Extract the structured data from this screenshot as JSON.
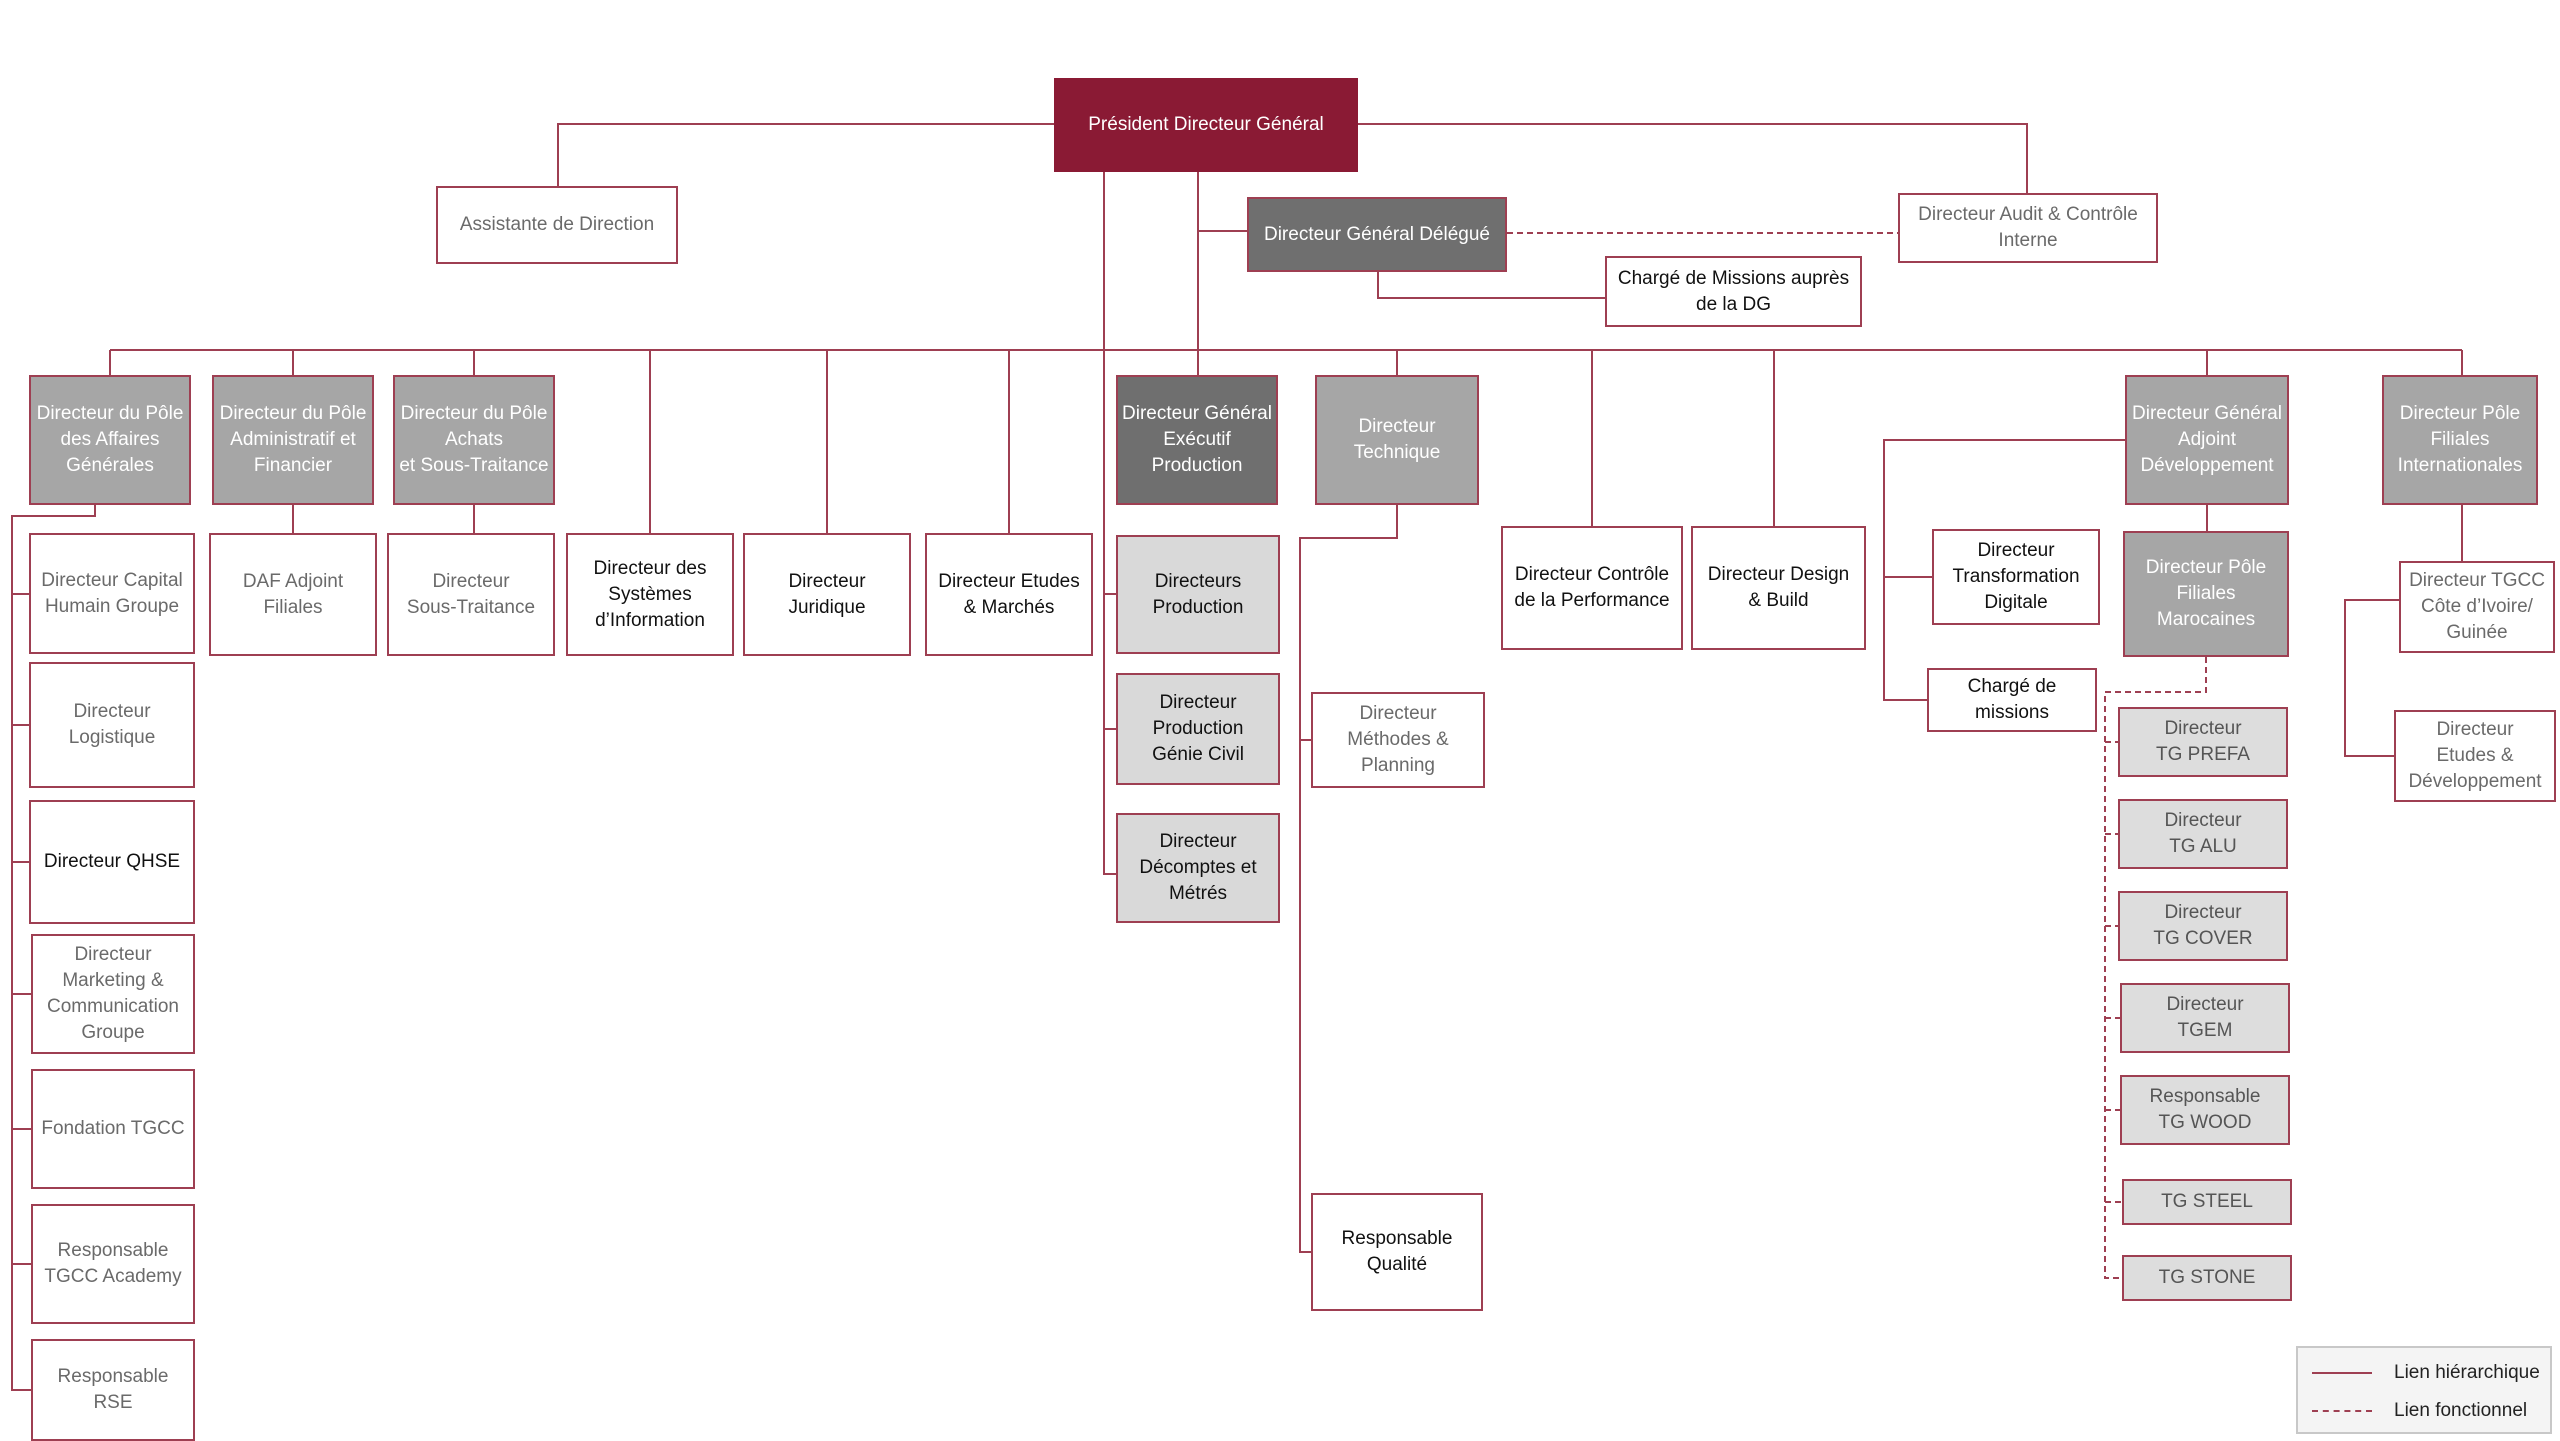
{
  "nodes": {
    "pdg": [
      "Président Directeur Général"
    ],
    "assistante": [
      "Assistante de Direction"
    ],
    "dgd": [
      "Directeur Général Délégué"
    ],
    "audit": [
      "Directeur Audit & Contrôle",
      "Interne"
    ],
    "missions_dg": [
      "Chargé de Missions auprès",
      "de la DG"
    ],
    "pole_affaires": [
      "Directeur du Pôle",
      "des Affaires",
      "Générales"
    ],
    "pole_admin": [
      "Directeur du Pôle",
      "Administratif et",
      "Financier"
    ],
    "pole_achats": [
      "Directeur du Pôle",
      "Achats",
      "et Sous-Traitance"
    ],
    "si": [
      "Directeur des",
      "Systèmes",
      "d’Information"
    ],
    "juridique": [
      "Directeur",
      "Juridique"
    ],
    "etudes_marches": [
      "Directeur Etudes",
      "& Marchés"
    ],
    "dge_production": [
      "Directeur Général",
      "Exécutif",
      "Production"
    ],
    "technique": [
      "Directeur",
      "Technique"
    ],
    "controle_perf": [
      "Directeur Contrôle",
      "de la Performance"
    ],
    "design_build": [
      "Directeur Design",
      "& Build"
    ],
    "dga_dev": [
      "Directeur Général",
      "Adjoint",
      "Développement"
    ],
    "pole_intl": [
      "Directeur Pôle",
      "Filiales",
      "Internationales"
    ],
    "capital_humain": [
      "Directeur  Capital",
      "Humain Groupe"
    ],
    "logistique": [
      "Directeur",
      "Logistique"
    ],
    "qhse": [
      "Directeur QHSE"
    ],
    "marketing": [
      "Directeur",
      "Marketing &",
      "Communication",
      "Groupe"
    ],
    "fondation": [
      "Fondation TGCC"
    ],
    "academy": [
      "Responsable",
      "TGCC Academy"
    ],
    "rse": [
      "Responsable RSE"
    ],
    "daf_adjoint": [
      "DAF Adjoint",
      "Filiales"
    ],
    "sous_traitance": [
      "Directeur",
      "Sous-Traitance"
    ],
    "dir_production": [
      "Directeurs",
      "Production"
    ],
    "prod_genie_civil": [
      "Directeur",
      "Production",
      "Génie Civil"
    ],
    "decomptes": [
      "Directeur",
      "Décomptes et",
      "Métrés"
    ],
    "methodes": [
      "Directeur",
      "Méthodes &",
      "Planning"
    ],
    "qualite": [
      "Responsable",
      "Qualité"
    ],
    "transfo_digitale": [
      "Directeur",
      "Transformation",
      "Digitale"
    ],
    "charge_missions": [
      "Chargé de",
      "missions"
    ],
    "pole_maroc": [
      "Directeur Pôle",
      "Filiales",
      "Marocaines"
    ],
    "tg_prefa": [
      "Directeur",
      "TG PREFA"
    ],
    "tg_alu": [
      "Directeur",
      "TG ALU"
    ],
    "tg_cover": [
      "Directeur",
      "TG COVER"
    ],
    "tgem": [
      "Directeur",
      "TGEM"
    ],
    "tg_wood": [
      "Responsable",
      "TG WOOD"
    ],
    "tg_steel": [
      "TG STEEL"
    ],
    "tg_stone": [
      "TG STONE"
    ],
    "tgcc_ci": [
      "Directeur TGCC",
      "Côte d’Ivoire/",
      "Guinée"
    ],
    "etudes_dev": [
      "Directeur",
      "Etudes &",
      "Développement"
    ]
  },
  "legend": {
    "hierarchique": "Lien hiérarchique",
    "fonctionnel": "Lien fonctionnel"
  },
  "colors": {
    "line": "#9e3f52",
    "pdg_fill": "#8a1a34",
    "dark_grey": "#6f6f6f",
    "mid_grey": "#a6a6a6",
    "light_grey": "#dddddd"
  }
}
